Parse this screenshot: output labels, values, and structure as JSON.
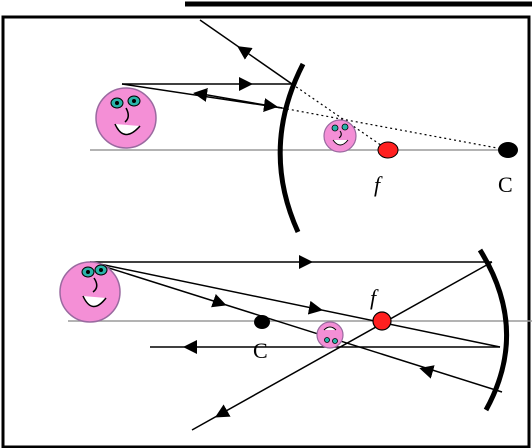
{
  "colors": {
    "face": "#f48fd6",
    "face_stroke": "#9a6aa0",
    "eye": "#2ab3a8",
    "focal_point": "#ff2020",
    "center_point": "#000000",
    "ray": "#000000",
    "axis": "#9a9a9a"
  },
  "top_panel": {
    "mirror": "convex-mirror",
    "focal_label": "f",
    "center_label": "C"
  },
  "bottom_panel": {
    "mirror": "concave-mirror",
    "focal_label": "f",
    "center_label": "C"
  }
}
